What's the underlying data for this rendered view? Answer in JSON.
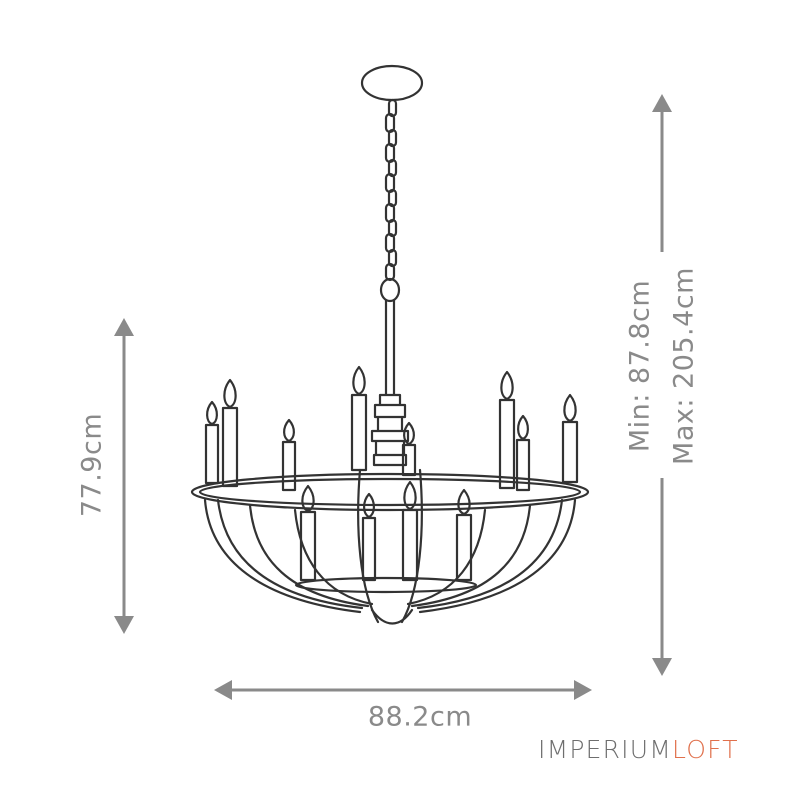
{
  "dimensions": {
    "height": "77.9cm",
    "width": "88.2cm",
    "drop_min": "Min: 87.8cm",
    "drop_max": "Max: 205.4cm"
  },
  "brand": {
    "name_part1": "IMPERIUM",
    "name_part2": "LOFT",
    "color_part1": "#6e6e6e",
    "color_part2": "#e0704c"
  },
  "colors": {
    "line_art": "#333333",
    "dimension": "#8a8a8a"
  }
}
